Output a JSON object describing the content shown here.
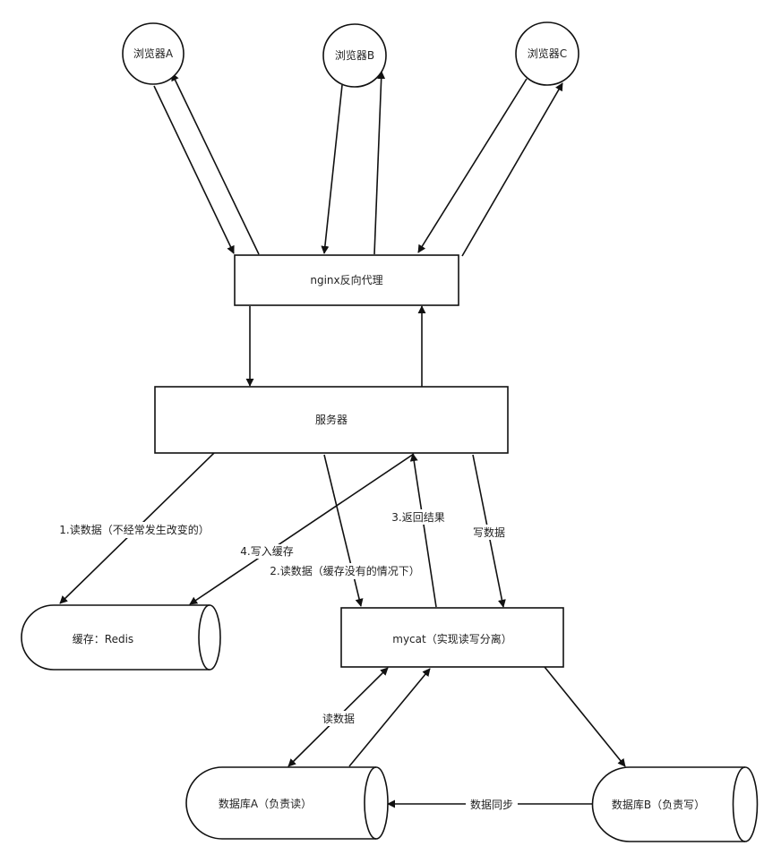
{
  "nodes": {
    "browser_a": "浏览器A",
    "browser_b": "浏览器B",
    "browser_c": "浏览器C",
    "nginx": "nginx反向代理",
    "server": "服务器",
    "redis": "缓存：Redis",
    "mycat": "mycat（实现读写分离）",
    "db_a": "数据库A（负责读）",
    "db_b": "数据库B（负责写）"
  },
  "edge_labels": {
    "read_cache": "1.读数据（不经常发生改变的）",
    "read_db": "2.读数据（缓存没有的情况下）",
    "return_result": "3.返回结果",
    "write_cache": "4.写入缓存",
    "write_data": "写数据",
    "read_data": "读数据",
    "data_sync": "数据同步"
  }
}
